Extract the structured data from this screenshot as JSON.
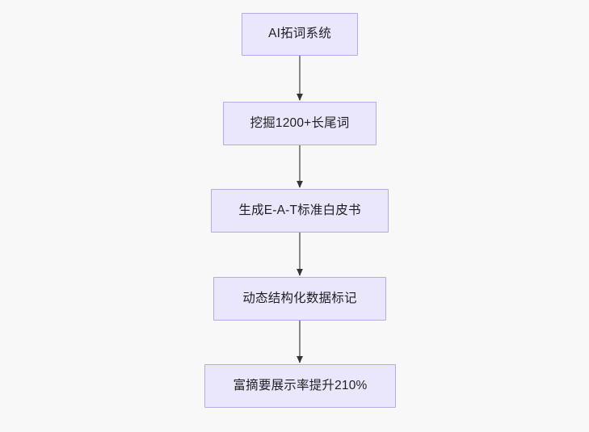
{
  "diagram": {
    "type": "flowchart",
    "direction": "top-to-bottom",
    "background_color": "#f8f8f8",
    "node_fill_color": "#eae6fc",
    "node_border_color": "#b9a7e8",
    "node_text_color": "#1f1f1f",
    "edge_line_color": "#888888",
    "edge_arrowhead_color": "#333333",
    "nodes": [
      {
        "id": "n1",
        "label": "AI拓词系统"
      },
      {
        "id": "n2",
        "label": "挖掘1200+长尾词"
      },
      {
        "id": "n3",
        "label": "生成E-A-T标准白皮书"
      },
      {
        "id": "n4",
        "label": "动态结构化数据标记"
      },
      {
        "id": "n5",
        "label": "富摘要展示率提升210%"
      }
    ],
    "edges": [
      {
        "from": "n1",
        "to": "n2",
        "label": ""
      },
      {
        "from": "n2",
        "to": "n3",
        "label": ""
      },
      {
        "from": "n3",
        "to": "n4",
        "label": ""
      },
      {
        "from": "n4",
        "to": "n5",
        "label": ""
      }
    ]
  }
}
